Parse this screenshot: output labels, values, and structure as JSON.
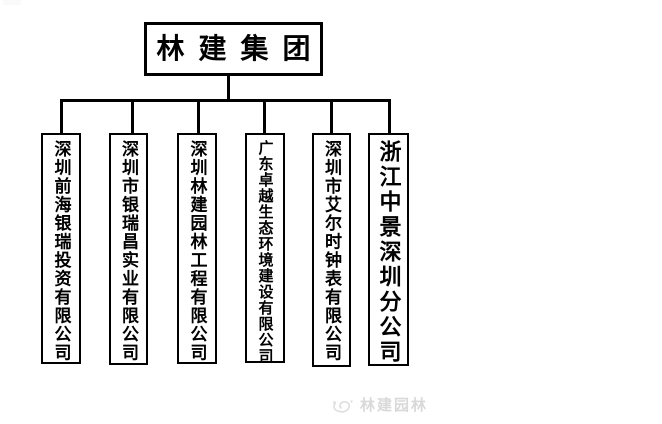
{
  "diagram": {
    "type": "org-chart",
    "line_color": "#000000",
    "background": "#ffffff"
  },
  "org_chart": {
    "root": {
      "label": "林建集团"
    },
    "children": [
      {
        "label": "深圳前海银瑞投资有限公司"
      },
      {
        "label": "深圳市银瑞昌实业有限公司"
      },
      {
        "label": "深圳林建园林工程有限公司"
      },
      {
        "label": "广东卓越生态环境建设有限公司"
      },
      {
        "label": "深圳市艾尔时钟表有限公司"
      },
      {
        "label": "浙江中景深圳分公司"
      }
    ]
  },
  "watermark": {
    "icon": "logo-swirl-icon",
    "label": "林建园林",
    "color": "#d9d9d9"
  }
}
